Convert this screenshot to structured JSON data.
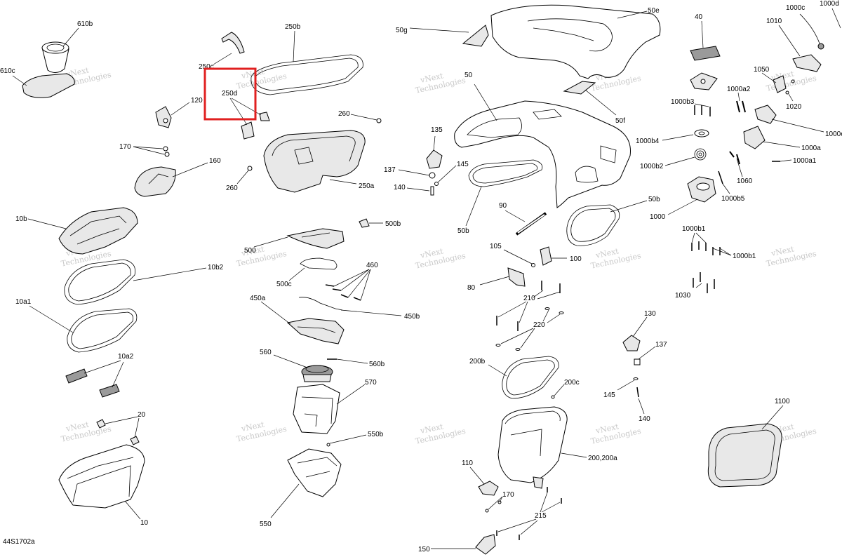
{
  "diagram_code": "44S1702a",
  "watermark_text": [
    "vNext",
    "Technologies"
  ],
  "highlight_color": "#e02020",
  "part_labels": {
    "p610b": "610b",
    "p610c": "610c",
    "p250c": "250c",
    "p250b": "250b",
    "p250d": "250d",
    "p120": "120",
    "p170a": "170",
    "p160": "160",
    "p260a": "260",
    "p260b": "260",
    "p250a": "250a",
    "p50g": "50g",
    "p50e": "50e",
    "p50": "50",
    "p50f": "50f",
    "p135": "135",
    "p137a": "137",
    "p145a": "145",
    "p140a": "140",
    "p50b_left": "50b",
    "p50b_right": "50b",
    "p90": "90",
    "p40": "40",
    "p1000c": "1000c",
    "p1000d": "1000d",
    "p1010": "1010",
    "p1050": "1050",
    "p1000a2": "1000a2",
    "p1020": "1020",
    "p1000b3": "1000b3",
    "p1000e": "1000e",
    "p1000b4": "1000b4",
    "p1000a": "1000a",
    "p1000a1": "1000a1",
    "p1000b2": "1000b2",
    "p1060": "1060",
    "p1000b5": "1000b5",
    "p1000": "1000",
    "p1000b1_top": "1000b1",
    "p1000b1_right": "1000b1",
    "p1030": "1030",
    "p10b": "10b",
    "p10b2": "10b2",
    "p10a1": "10a1",
    "p10a2": "10a2",
    "p20": "20",
    "p10": "10",
    "p500b": "500b",
    "p500": "500",
    "p500c": "500c",
    "p460": "460",
    "p450a": "450a",
    "p450b": "450b",
    "p560": "560",
    "p560b": "560b",
    "p570": "570",
    "p550b": "550b",
    "p550": "550",
    "p105": "105",
    "p100": "100",
    "p80": "80",
    "p210": "210",
    "p220": "220",
    "p200b": "200b",
    "p200c": "200c",
    "p200": "200,200a",
    "p110": "110",
    "p170b": "170",
    "p215": "215",
    "p150": "150",
    "p130": "130",
    "p137b": "137",
    "p145b": "145",
    "p140b": "140",
    "p1100": "1100"
  }
}
